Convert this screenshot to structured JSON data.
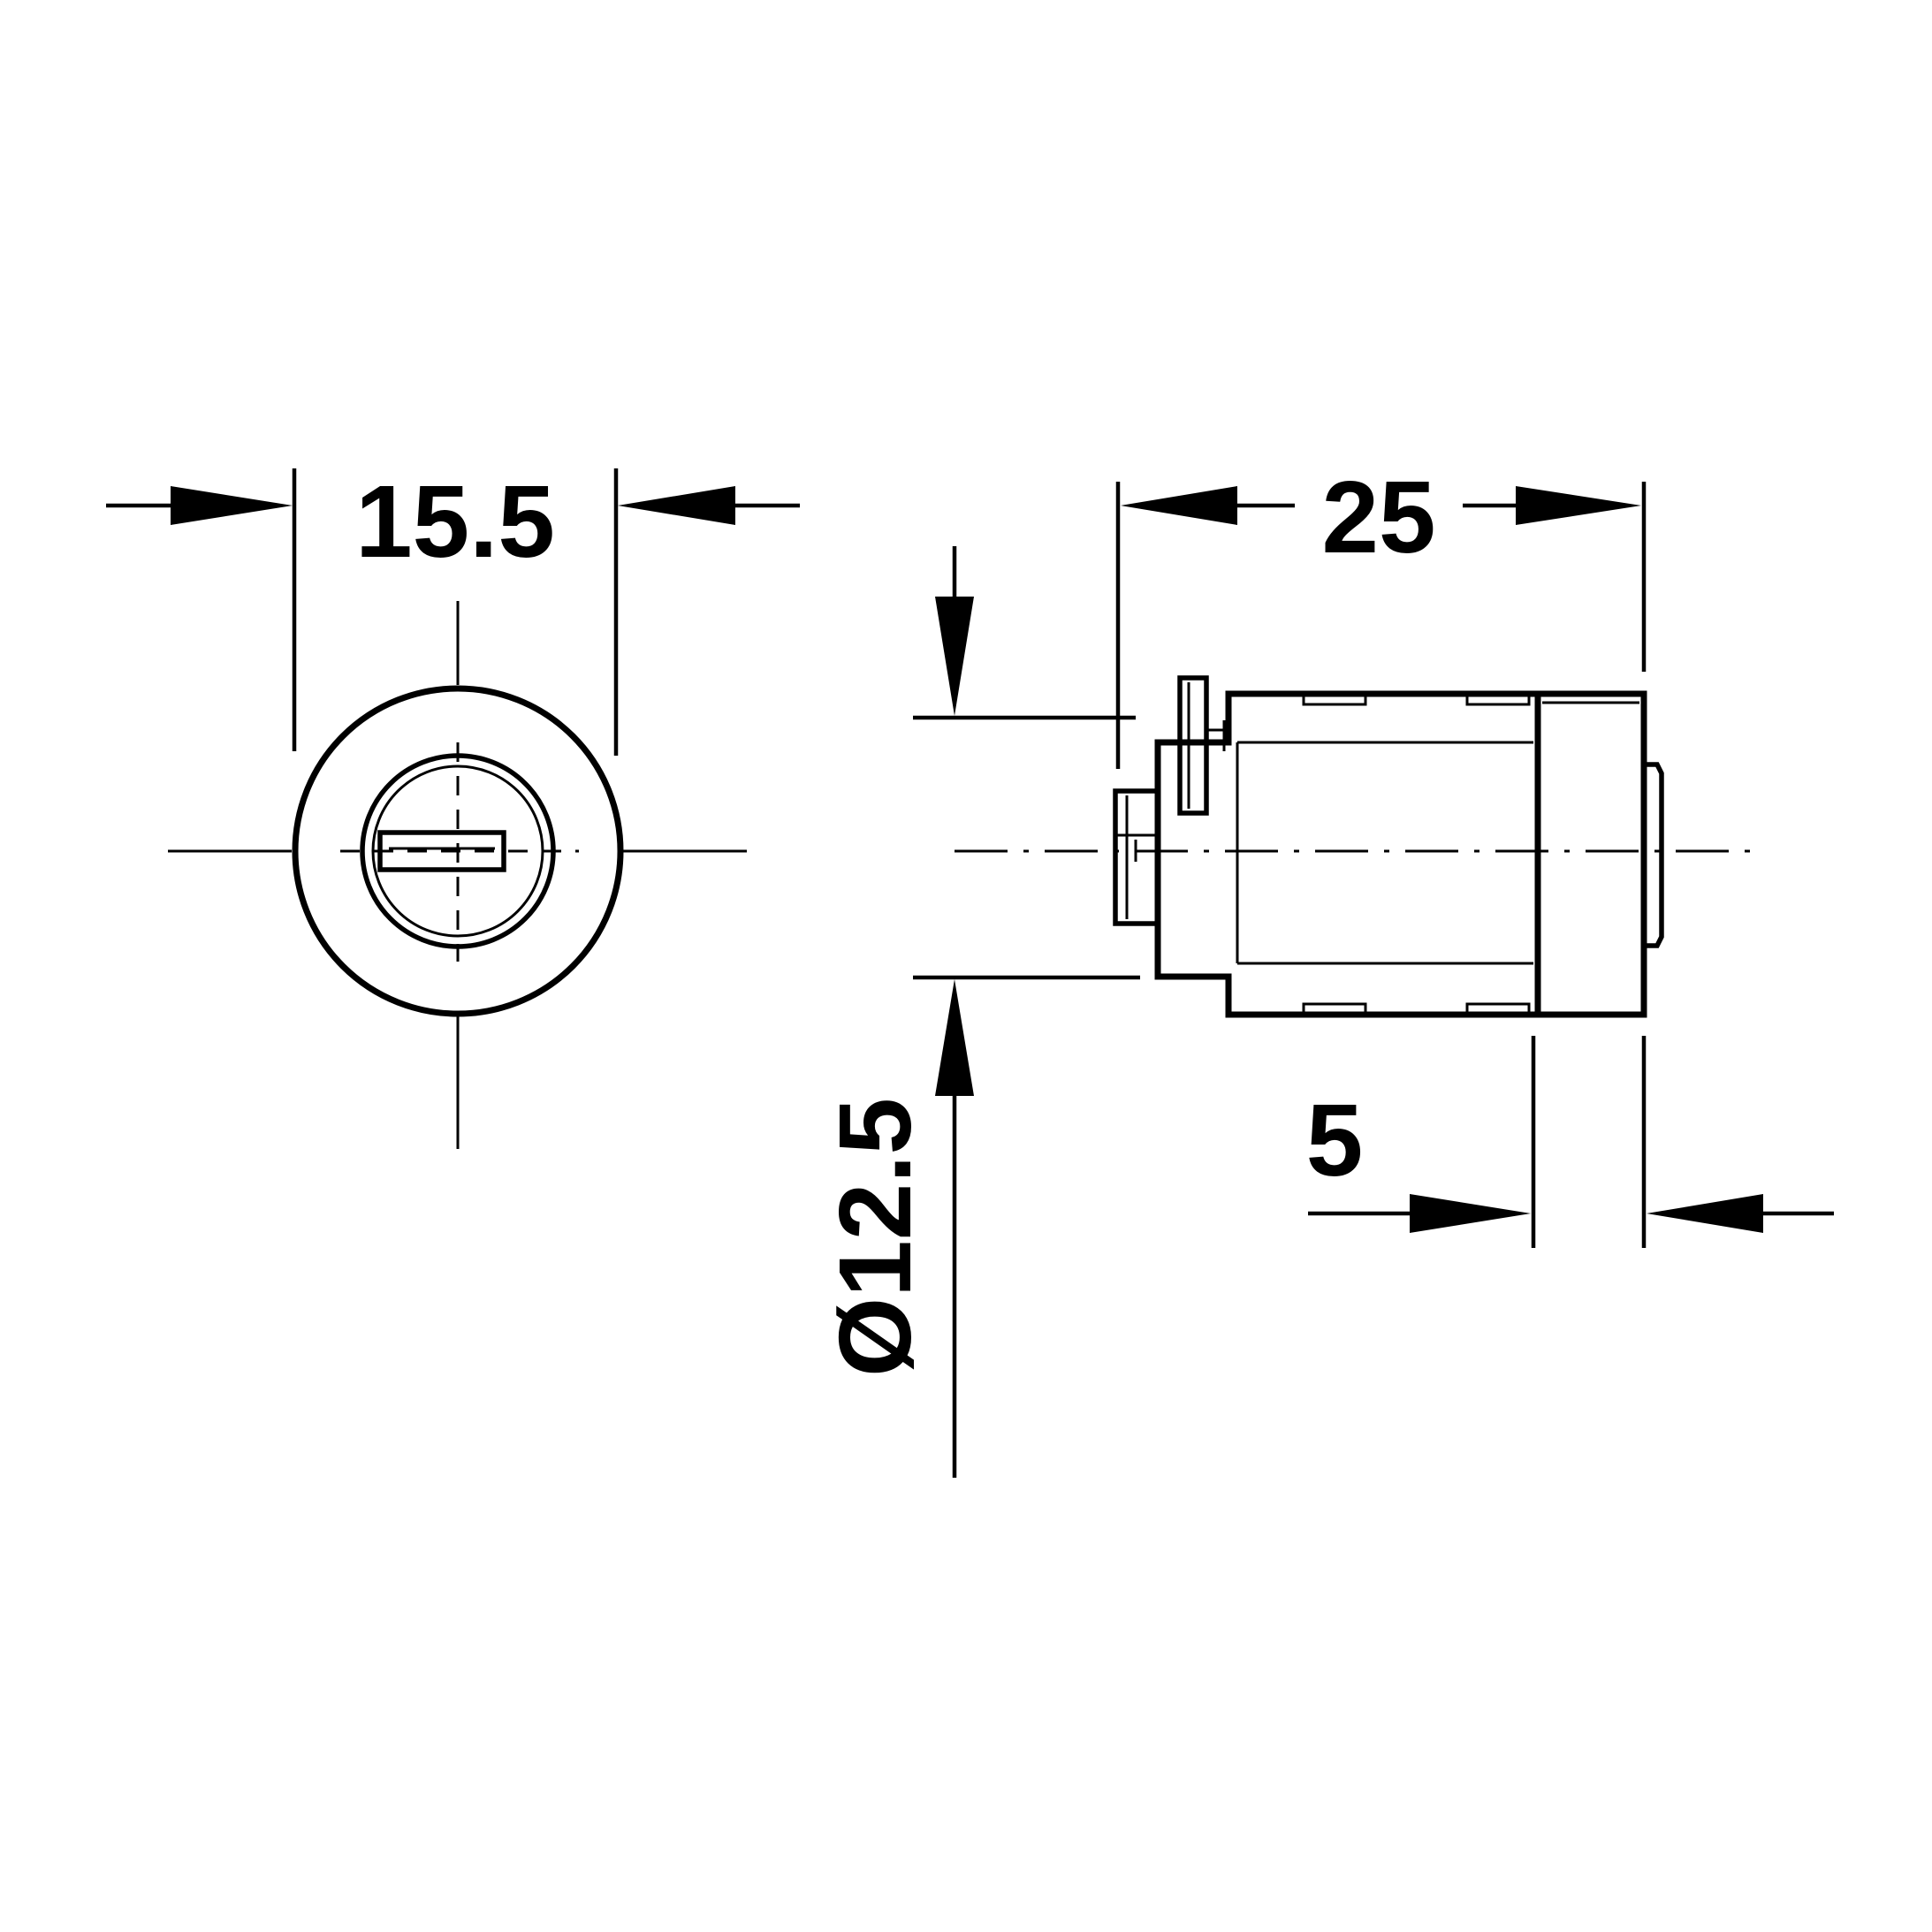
{
  "diagram": {
    "dimensions": {
      "front_width": "15.5",
      "body_length": "25",
      "diameter": "Ø12.5",
      "flange_thickness": "5"
    },
    "colors": {
      "line": "#000000",
      "background": "#ffffff"
    }
  }
}
